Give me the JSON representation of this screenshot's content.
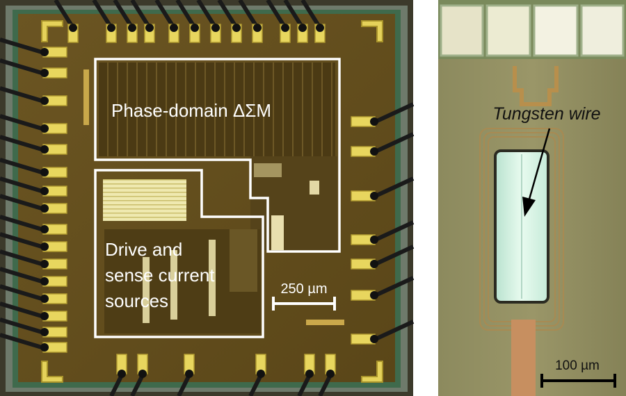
{
  "left_panel": {
    "label_top": "Phase-domain ΔΣM",
    "label_bottom_lines": [
      "Drive and",
      "sense current",
      "sources"
    ],
    "scale_bar": "250 µm"
  },
  "right_panel": {
    "wire_label": "Tungsten wire",
    "scale_bar": "100 µm"
  }
}
